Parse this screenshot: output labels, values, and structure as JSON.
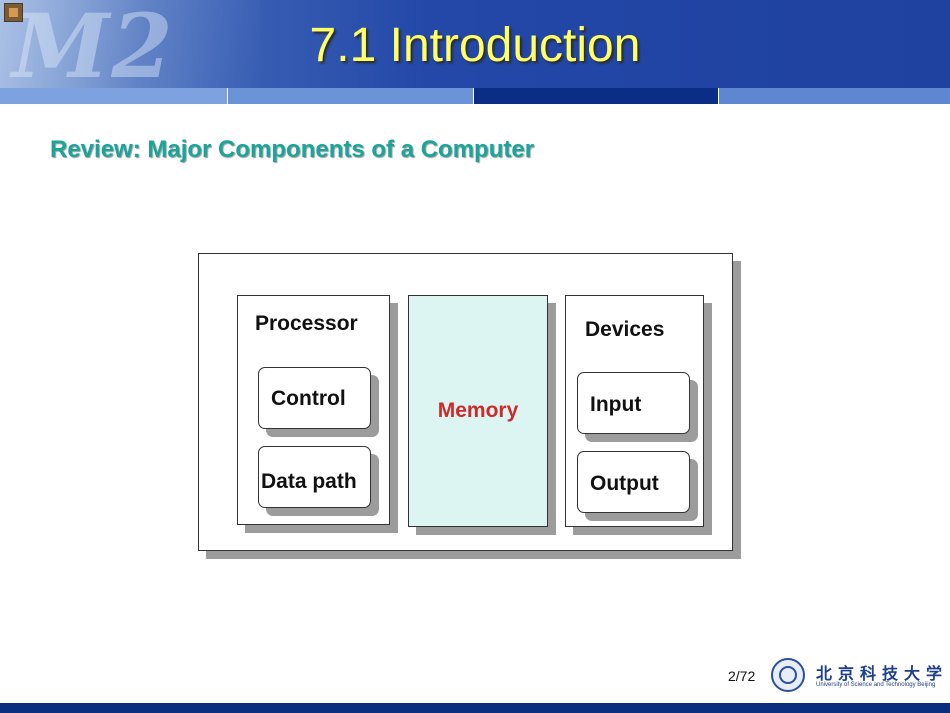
{
  "slide": {
    "title": "7.1 Introduction",
    "subtitle": "Review:  Major Components of a Computer",
    "page_number": "2/72"
  },
  "diagram": {
    "processor": {
      "label": "Processor",
      "control": "Control",
      "datapath": "Data path"
    },
    "memory": {
      "label": "Memory",
      "label_color": "#cc2b2b",
      "fill_color": "#dcf5f3"
    },
    "devices": {
      "label": "Devices",
      "input": "Input",
      "output": "Output"
    }
  },
  "branding": {
    "header_decoration": "M2",
    "university_cn": "北京科技大学",
    "university_en": "University of Science and Technology Beijing"
  },
  "colors": {
    "title": "#ffff66",
    "subtitle": "#1aa59a",
    "header": "#2348a8"
  }
}
